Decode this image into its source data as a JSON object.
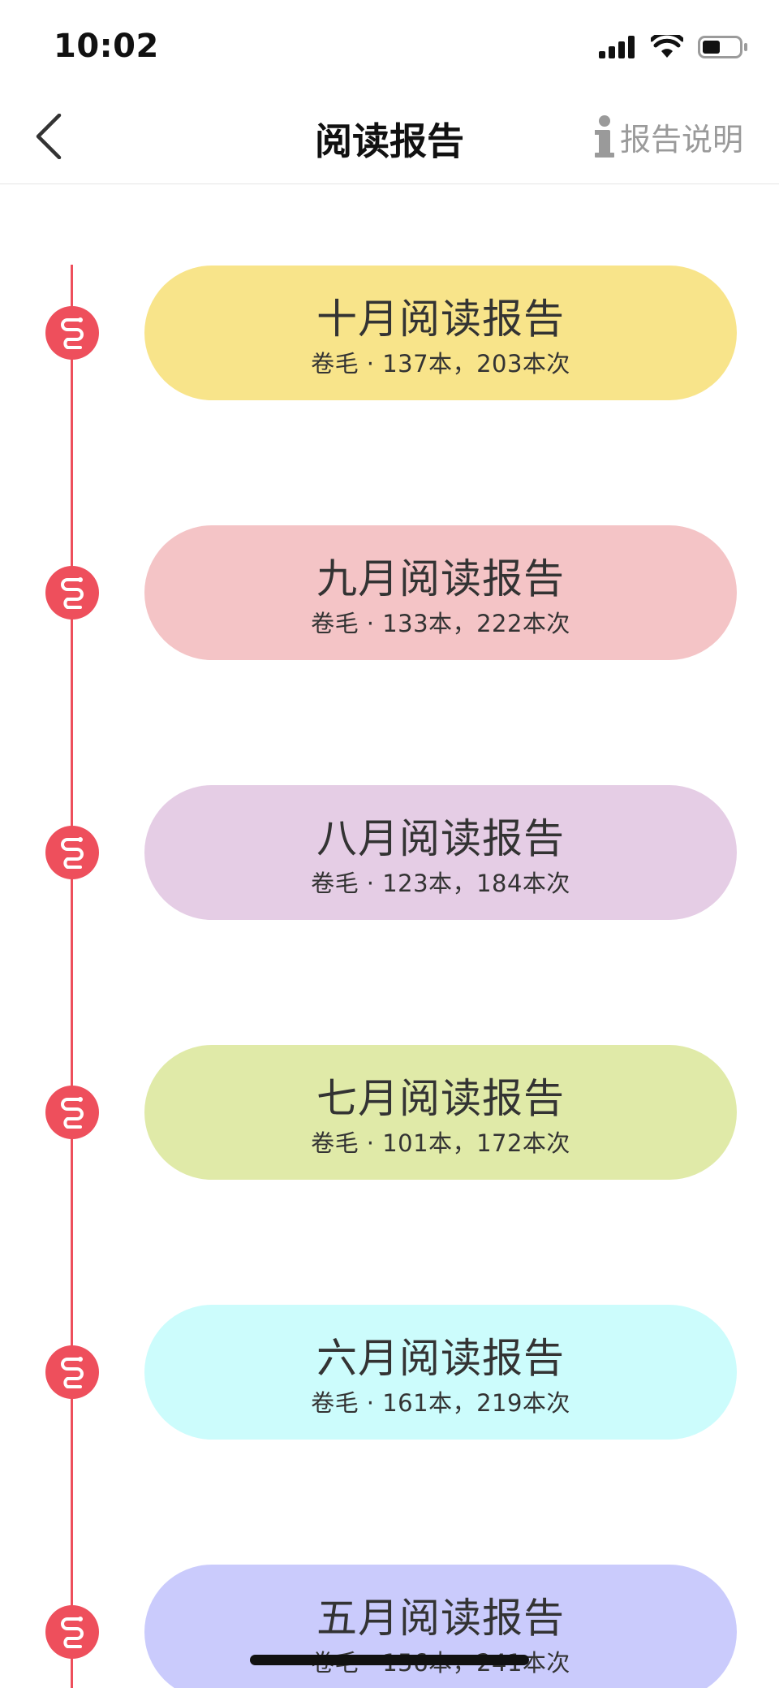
{
  "status_bar": {
    "time": "10:02",
    "icons": [
      "signal-icon",
      "wifi-icon",
      "battery-icon"
    ]
  },
  "nav": {
    "back_icon": "chevron-left-icon",
    "title": "阅读报告",
    "help_icon": "info-icon",
    "help_label": "报告说明"
  },
  "colors": {
    "accent": "#ee4f5c",
    "card_oct": "#f8e48a",
    "card_sep": "#f4c4c6",
    "card_aug": "#e5cde5",
    "card_jul": "#e0eaa8",
    "card_jun": "#ccfcfc",
    "card_may": "#cacbfc"
  },
  "reports": [
    {
      "title": "十月阅读报告",
      "subtitle": "卷毛 · 137本，203本次"
    },
    {
      "title": "九月阅读报告",
      "subtitle": "卷毛 · 133本，222本次"
    },
    {
      "title": "八月阅读报告",
      "subtitle": "卷毛 · 123本，184本次"
    },
    {
      "title": "七月阅读报告",
      "subtitle": "卷毛 · 101本，172本次"
    },
    {
      "title": "六月阅读报告",
      "subtitle": "卷毛 · 161本，219本次"
    },
    {
      "title": "五月阅读报告",
      "subtitle": "卷毛 · 156本，241本次"
    }
  ]
}
